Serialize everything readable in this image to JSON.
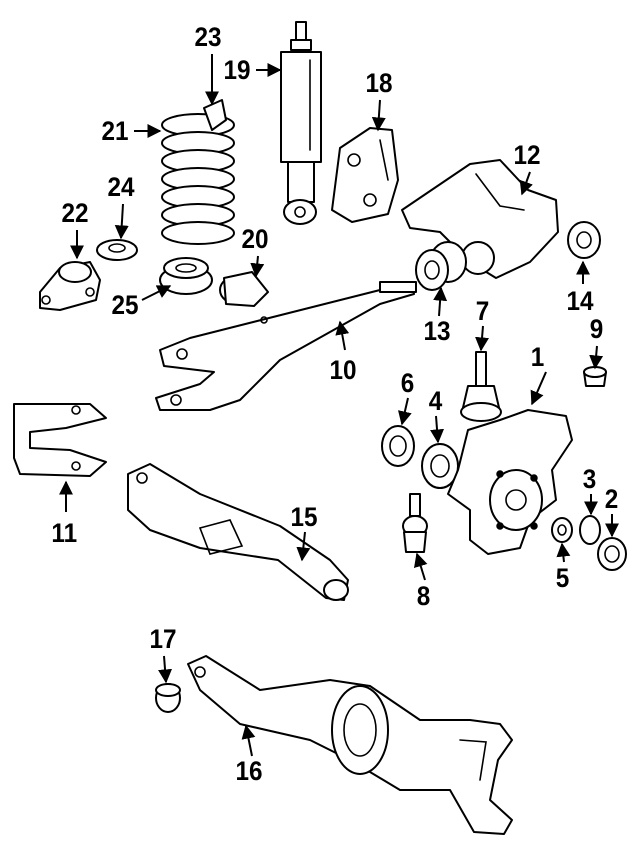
{
  "diagram": {
    "callouts": [
      {
        "id": "c1",
        "label": "1"
      },
      {
        "id": "c2",
        "label": "2"
      },
      {
        "id": "c3",
        "label": "3"
      },
      {
        "id": "c4",
        "label": "4"
      },
      {
        "id": "c5",
        "label": "5"
      },
      {
        "id": "c6",
        "label": "6"
      },
      {
        "id": "c7",
        "label": "7"
      },
      {
        "id": "c8",
        "label": "8"
      },
      {
        "id": "c9",
        "label": "9"
      },
      {
        "id": "c10",
        "label": "10"
      },
      {
        "id": "c11",
        "label": "11"
      },
      {
        "id": "c12",
        "label": "12"
      },
      {
        "id": "c13",
        "label": "13"
      },
      {
        "id": "c14",
        "label": "14"
      },
      {
        "id": "c15",
        "label": "15"
      },
      {
        "id": "c16",
        "label": "16"
      },
      {
        "id": "c17",
        "label": "17"
      },
      {
        "id": "c18",
        "label": "18"
      },
      {
        "id": "c19",
        "label": "19"
      },
      {
        "id": "c20",
        "label": "20"
      },
      {
        "id": "c21",
        "label": "21"
      },
      {
        "id": "c22",
        "label": "22"
      },
      {
        "id": "c23",
        "label": "23"
      },
      {
        "id": "c24",
        "label": "24"
      },
      {
        "id": "c25",
        "label": "25"
      }
    ],
    "colors": {
      "line": "#000000",
      "background": "#ffffff"
    }
  }
}
